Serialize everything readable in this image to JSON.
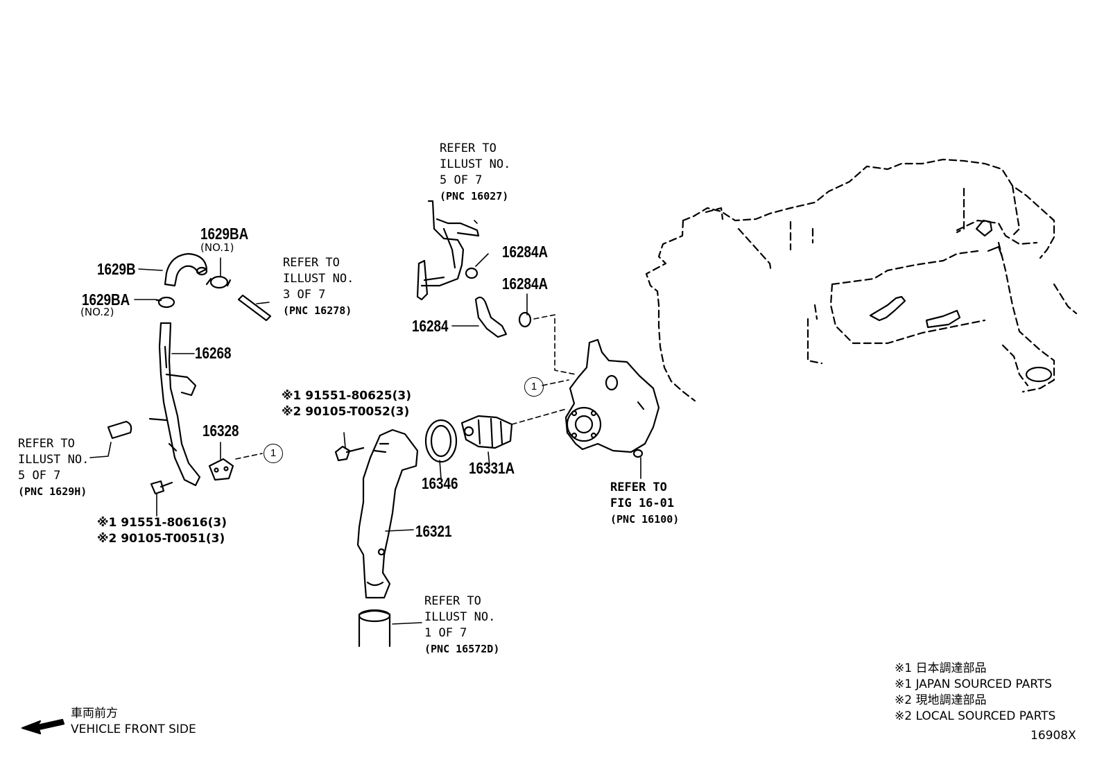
{
  "parts": {
    "p1629B": "1629B",
    "p1629BA_1": "1629BA",
    "p1629BA_1_note": "(NO.1)",
    "p1629BA_2": "1629BA",
    "p1629BA_2_note": "(NO.2)",
    "p16268": "16268",
    "p16328": "16328",
    "p16284": "16284",
    "p16284A_1": "16284A",
    "p16284A_2": "16284A",
    "p16346": "16346",
    "p16331A": "16331A",
    "p16321": "16321"
  },
  "bolts": {
    "upper_1": "※1 91551-80625(3)",
    "upper_2": "※2 90105-T0052(3)",
    "lower_1": "※1 91551-80616(3)",
    "lower_2": "※2 90105-T0051(3)"
  },
  "refs": {
    "r3of7": [
      "REFER TO",
      "ILLUST NO.",
      "3 OF 7",
      "(PNC 16278)"
    ],
    "r5of7_top": [
      "REFER TO",
      "ILLUST NO.",
      "5 OF 7",
      "(PNC 16027)"
    ],
    "r5of7_left": [
      "REFER TO",
      "ILLUST NO.",
      "5 OF 7",
      "(PNC 1629H)"
    ],
    "r1of7": [
      "REFER TO",
      "ILLUST NO.",
      "1 OF 7",
      "(PNC 16572D)"
    ],
    "fig1601": [
      "REFER TO",
      "FIG 16-01",
      "(PNC 16100)"
    ]
  },
  "callouts": {
    "c1": "1",
    "c2": "1"
  },
  "direction": {
    "jp": "車両前方",
    "en": "VEHICLE FRONT SIDE"
  },
  "legend": [
    "※1 日本調達部品",
    "※1 JAPAN SOURCED PARTS",
    "※2 現地調達部品",
    "※2 LOCAL SOURCED PARTS"
  ],
  "figure_id": "16908X"
}
